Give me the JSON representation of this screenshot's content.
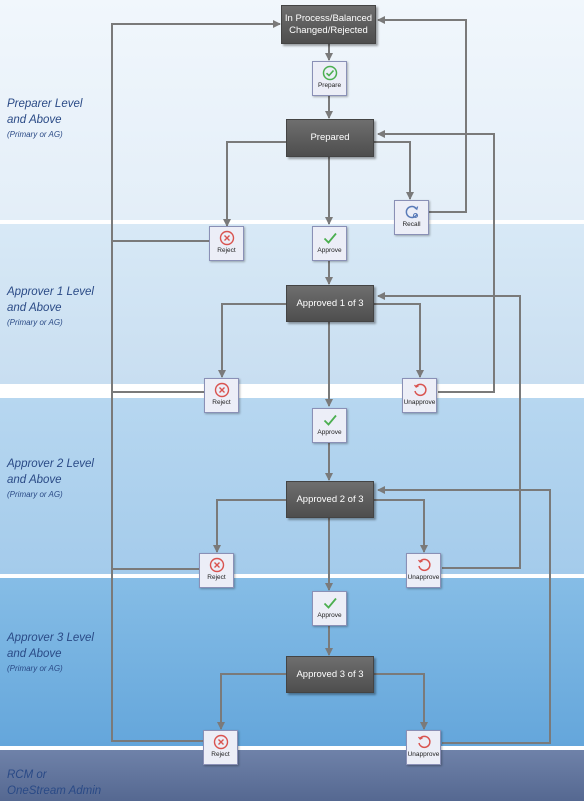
{
  "bands": [
    {
      "title": "Preparer Level\nand Above",
      "sub": "(Primary or AG)"
    },
    {
      "title": "Approver 1 Level\nand Above",
      "sub": "(Primary or AG)"
    },
    {
      "title": "Approver 2 Level\nand Above",
      "sub": "(Primary or AG)"
    },
    {
      "title": "Approver 3  Level\nand Above",
      "sub": "(Primary or AG)"
    },
    {
      "title": "RCM or\nOneStream Admin",
      "sub": ""
    }
  ],
  "states": {
    "in_process": "In Process/Balanced\nChanged/Rejected",
    "prepared": "Prepared",
    "approved1": "Approved 1 of 3",
    "approved2": "Approved 2 of 3",
    "approved3": "Approved 3 of 3"
  },
  "actions": {
    "prepare": "Prepare",
    "recall": "Recall",
    "approve": "Approve",
    "reject": "Reject",
    "unapprove": "Unapprove"
  },
  "colors": {
    "band1": "#eaf3fa",
    "band2": "#cfe3f3",
    "band3": "#a9cfec",
    "band4": "#74b2e1",
    "band5": "#5d6f97",
    "connector": "#7a7a7a",
    "label": "#2a4a86"
  }
}
